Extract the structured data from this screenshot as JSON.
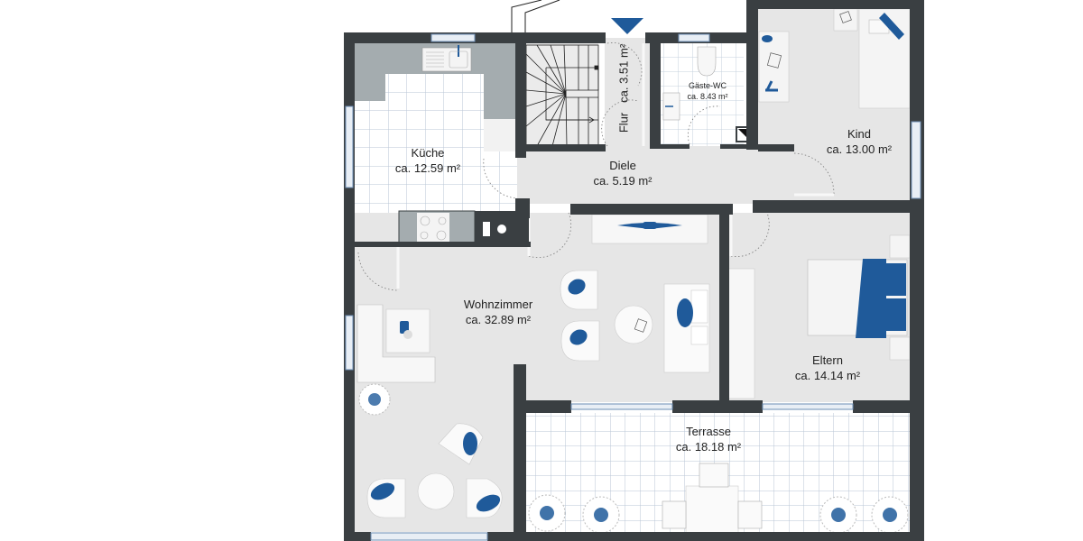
{
  "colors": {
    "wall": "#3a3f42",
    "floor": "#e6e6e6",
    "tile_bg": "#ffffff",
    "tile_line": "#b9c6d6",
    "counter": "#a4acaf",
    "accent_blue": "#1f5a9a",
    "furniture": "#f7f7f7"
  },
  "entrance_marker": "entrance-arrow",
  "rooms": {
    "kueche": {
      "name": "Küche",
      "area": "ca. 12.59 m²"
    },
    "flur": {
      "name": "Flur",
      "area": "ca. 3.51 m²"
    },
    "gaeste_wc": {
      "name": "Gäste-WC",
      "area": "ca. 8.43 m²"
    },
    "kind": {
      "name": "Kind",
      "area": "ca. 13.00 m²"
    },
    "diele": {
      "name": "Diele",
      "area": "ca. 5.19 m²"
    },
    "wohnzimmer": {
      "name": "Wohnzimmer",
      "area": "ca. 32.89 m²"
    },
    "eltern": {
      "name": "Eltern",
      "area": "ca. 14.14 m²"
    },
    "terrasse": {
      "name": "Terrasse",
      "area": "ca. 18.18 m²"
    }
  }
}
